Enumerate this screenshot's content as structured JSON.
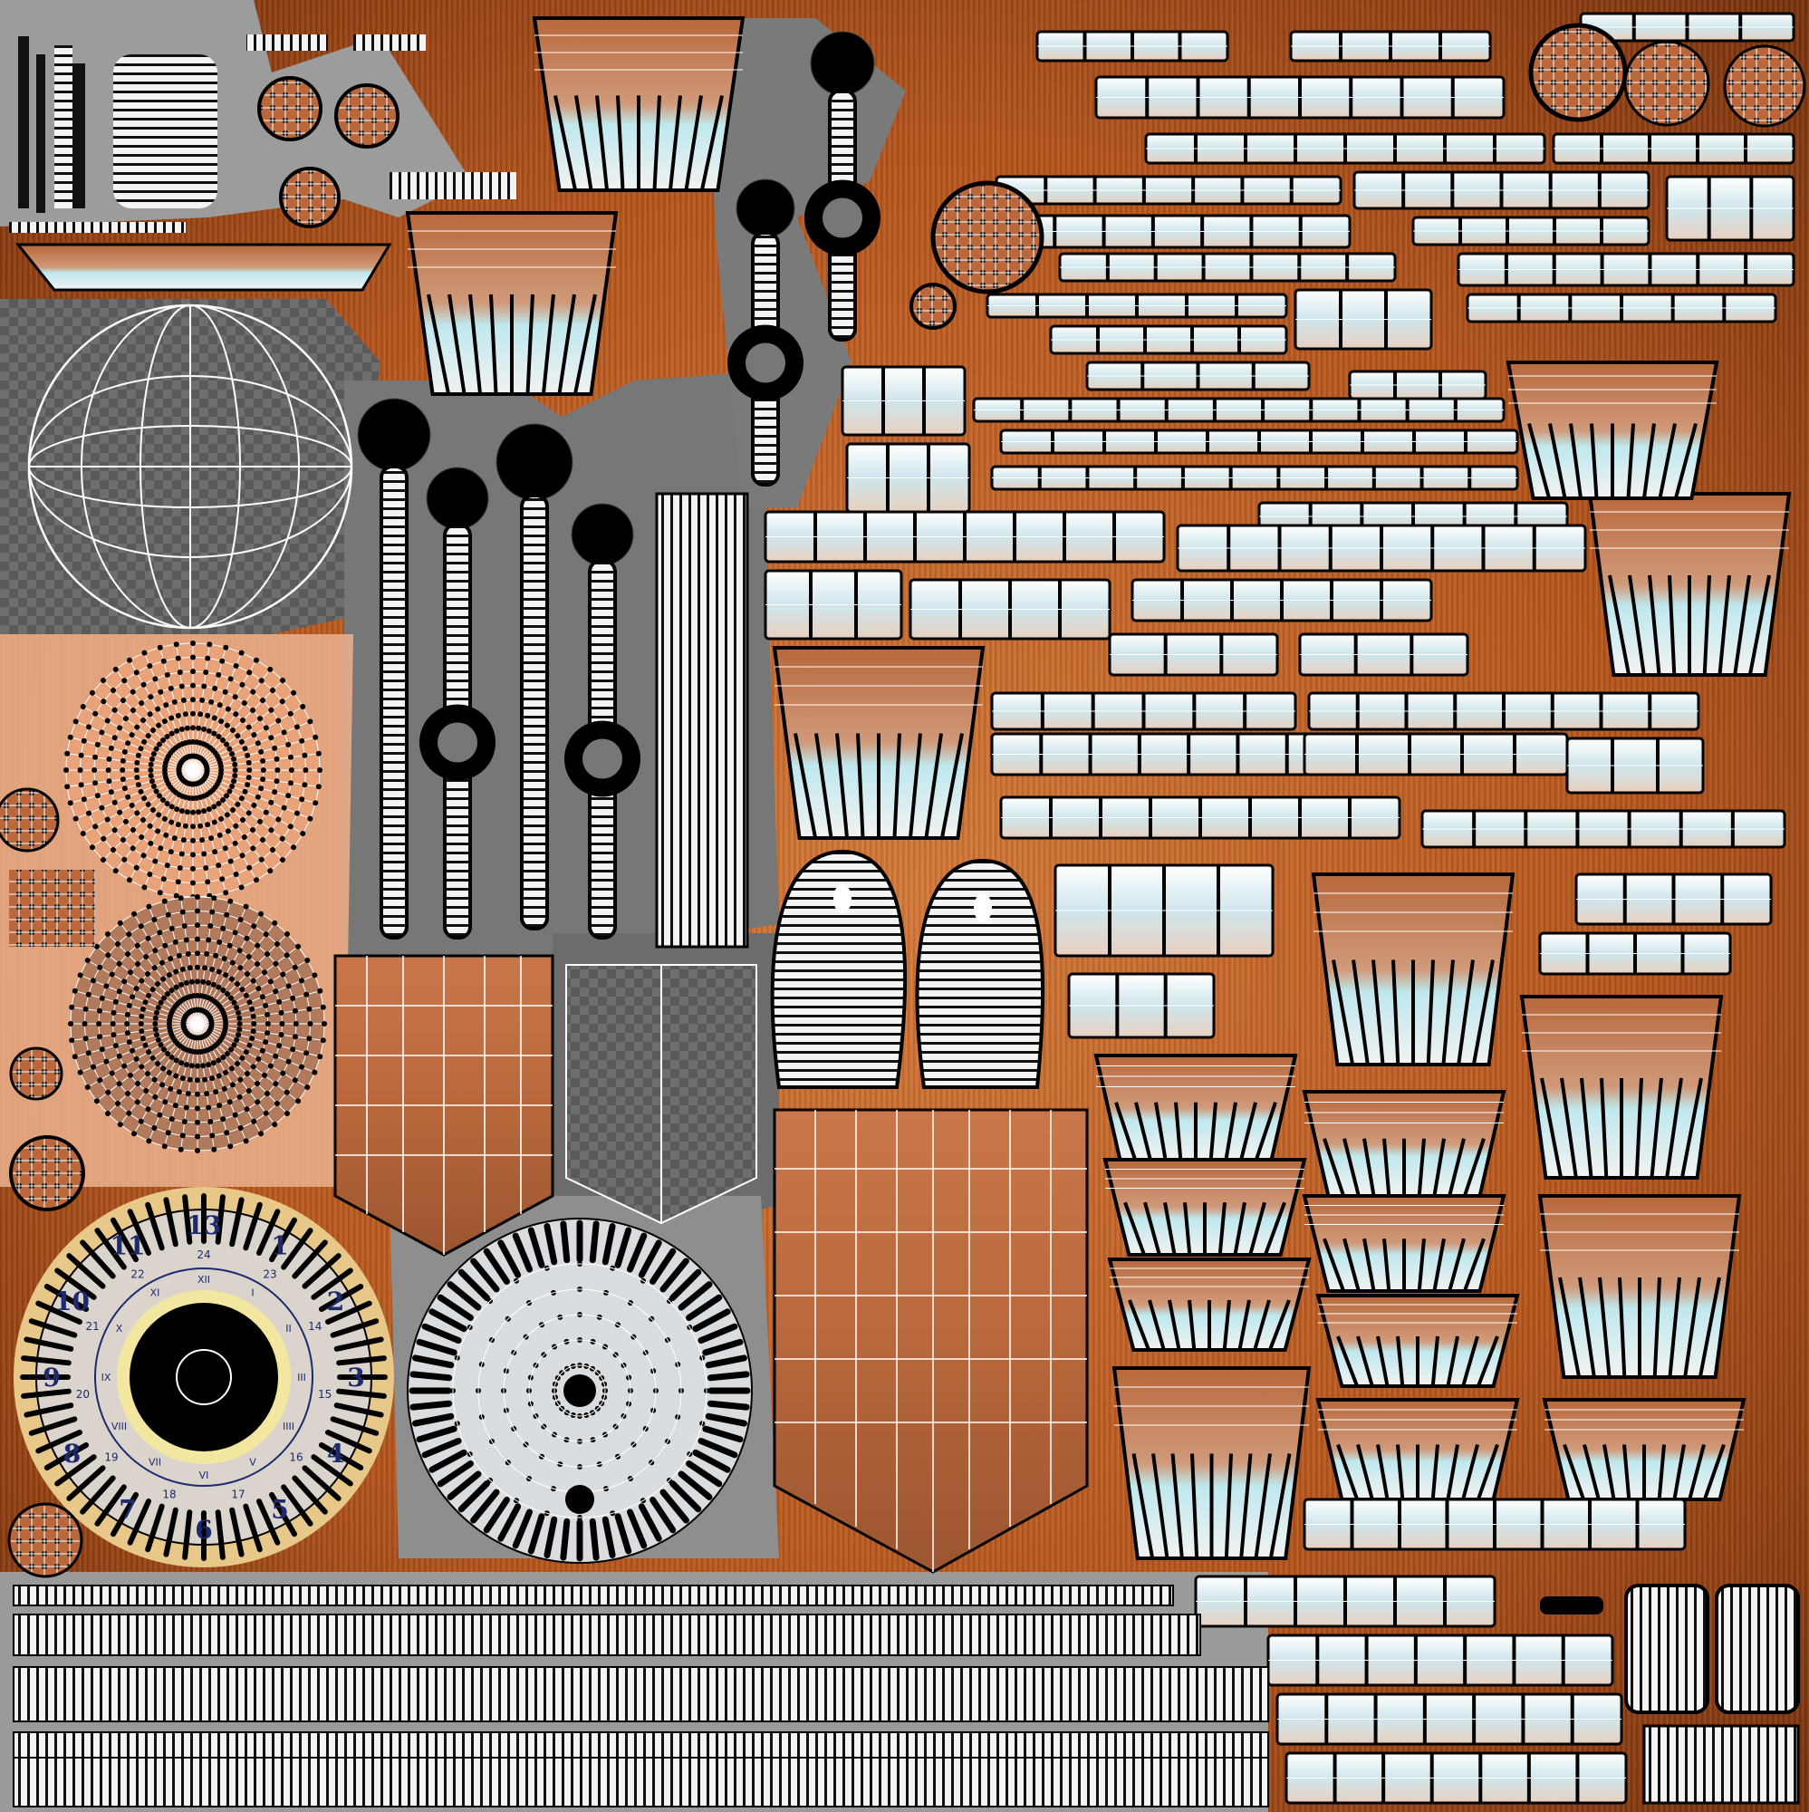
{
  "uv_layout": {
    "background_colors": {
      "wood_dark": "#6b2a0a",
      "wood_mid": "#b85a22",
      "wood_light": "#e08a4a",
      "wood_pale": "#f0b38a",
      "checker_dark": "#5c5c5c",
      "checker_light": "#7a7a7a",
      "grey_island": "#8a8a8a",
      "metal_light": "#dfe6ea",
      "cyan_tint": "#bfe8ee",
      "wire": "#ffffff",
      "vertex": "#000000",
      "clock_face": "#e8c888",
      "clock_ink": "#1c2a6e"
    },
    "clock_face": {
      "outer_numerals": [
        "13",
        "1",
        "2",
        "3",
        "4",
        "5",
        "6",
        "7",
        "8",
        "9",
        "10",
        "11"
      ],
      "inner_numerals": [
        "24",
        "23",
        "14",
        "15",
        "16",
        "17",
        "18",
        "19",
        "20",
        "21",
        "22"
      ],
      "roman_numerals": [
        "XII",
        "I",
        "II",
        "III",
        "IIII",
        "V",
        "VI",
        "VII",
        "VIII",
        "IX",
        "X",
        "XI"
      ]
    }
  }
}
